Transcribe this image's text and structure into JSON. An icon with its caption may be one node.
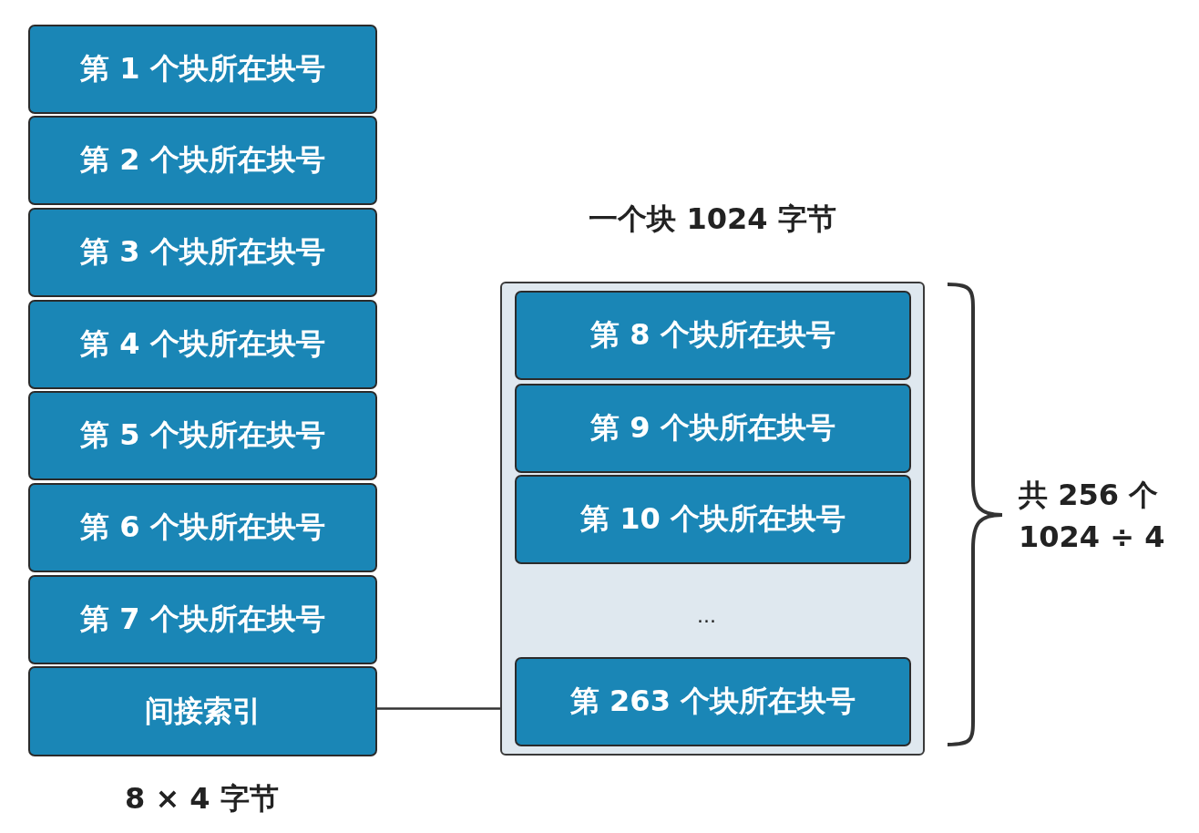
{
  "diagram": {
    "nodes": [
      {
        "text": [
          "第 1 个块所在块号"
        ]
      },
      {
        "text": [
          "第 2 个块所在块号"
        ]
      },
      {
        "text": [
          "第 3 个块所在块号"
        ]
      },
      {
        "text": [
          "第 4 个块所在块号"
        ]
      },
      {
        "text": [
          "第 5 个块所在块号"
        ]
      },
      {
        "text": [
          "第 6 个块所在块号"
        ]
      },
      {
        "text": [
          "第 7 个块所在块号"
        ]
      },
      {
        "text": [
          "间接索引"
        ]
      },
      {
        "text": [
          "一个块 1024 字节"
        ]
      },
      {
        "text": [
          "第 8 个块所在块号"
        ],
        "in": 8
      },
      {
        "text": [
          "第 9 个块所在块号"
        ],
        "in": 8
      },
      {
        "text": [
          "第 10 个块所在块号"
        ],
        "in": 8
      },
      {
        "text": [
          "第 263 个块所在块号"
        ],
        "in": 8
      }
    ],
    "edges": [
      {
        "from": 7,
        "to": 8,
        "arrow": "none"
      }
    ],
    "labels": [
      "8 × 4 字节",
      "...",
      "共 256 个",
      "1024 ÷ 4"
    ]
  }
}
